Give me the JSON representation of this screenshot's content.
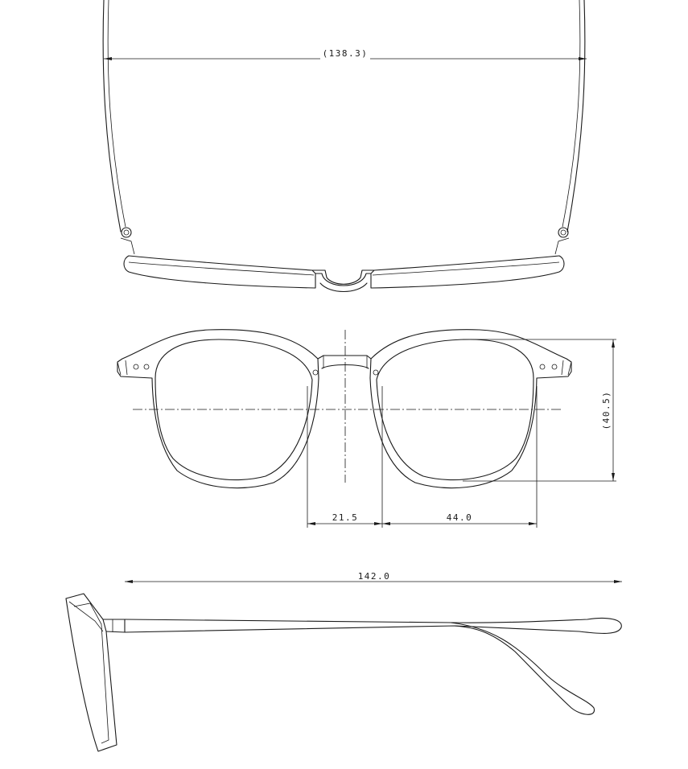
{
  "dimensions": {
    "temple_spread": "(138.3)",
    "bridge": "21.5",
    "lens_width": "44.0",
    "lens_height": "(40.5)",
    "temple_length": "142.0"
  }
}
